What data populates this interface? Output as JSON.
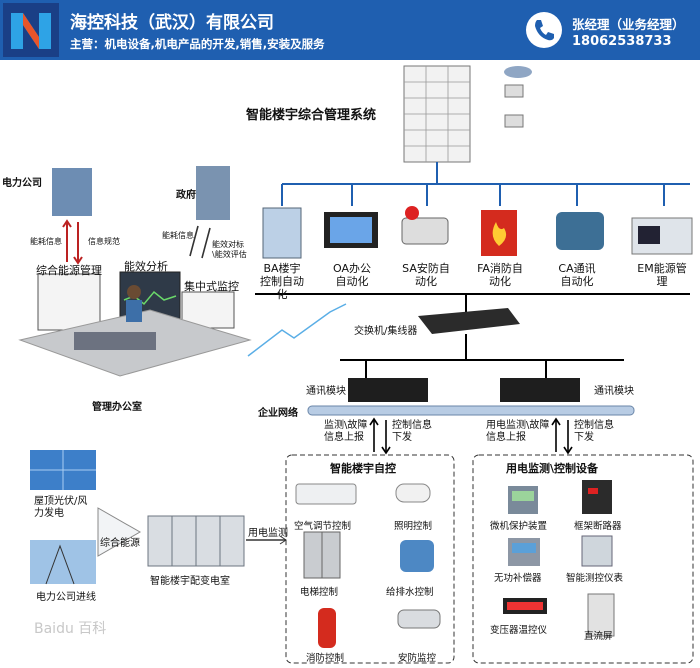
{
  "header": {
    "company": "海控科技（武汉）有限公司",
    "business": "主营：机电设备,机电产品的开发,销售,安装及服务",
    "contact_name": "张经理（业务经理）",
    "contact_phone": "18062538733"
  },
  "diagram": {
    "system_title": "智能楼宇综合管理系统",
    "subsystems": [
      "BA楼宇控制自动化",
      "OA办公自动化",
      "SA安防自动化",
      "FA消防自动化",
      "CA通讯自动化",
      "EM能源管理"
    ],
    "switch_label": "交换机/集线器",
    "comm_left": "通讯模块",
    "comm_right": "通讯模块",
    "enterprise_network": "企业网络",
    "power_company": "电力公司",
    "government": "政府",
    "energy_info_left": "能耗信息",
    "info_norms": "信息规范",
    "energy_info_right": "能耗信息",
    "efficiency_compare": "能效对标\\能效评估",
    "office_panels": [
      "综合能源管理",
      "能效分析",
      "集中式监控"
    ],
    "office_label": "管理办公室",
    "left_up": "监测\\故障信息上报",
    "left_down": "控制信息下发",
    "right_up": "用电监测\\故障信息上报",
    "right_down": "控制信息下发",
    "box_left_title": "智能楼宇自控",
    "box_left_items": [
      "空气调节控制",
      "照明控制",
      "电梯控制",
      "给排水控制",
      "消防控制",
      "安防监控"
    ],
    "box_right_title": "用电监测\\控制设备",
    "box_right_items": [
      "微机保护装置",
      "框架断路器",
      "无功补偿器",
      "智能测控仪表",
      "变压器温控仪",
      "直流屏"
    ],
    "solar_label": "屋顶光伏/风力发电",
    "grid_label": "电力公司进线",
    "integrated_energy": "综合能源",
    "power_room": "智能楼宇配变电室",
    "power_monitor": "用电监测",
    "watermark": "Baidu 百科"
  }
}
